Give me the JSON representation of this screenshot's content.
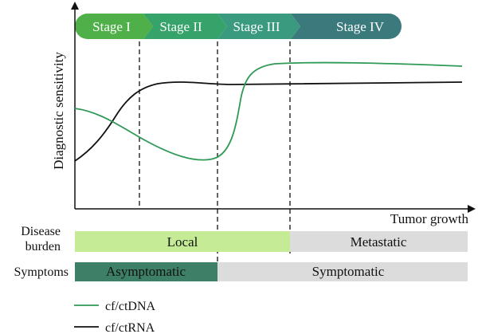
{
  "stages": [
    {
      "label": "Stage I",
      "color": "#4fb04a"
    },
    {
      "label": "Stage II",
      "color": "#35a36a"
    },
    {
      "label": "Stage III",
      "color": "#3a9a80"
    },
    {
      "label": "Stage IV",
      "color": "#3b7a7c"
    }
  ],
  "axes": {
    "ylabel": "Diagnostic sensitivity",
    "xlabel": "Tumor growth"
  },
  "disease_burden": {
    "label": "Disease burden",
    "label_lines": [
      "Disease",
      "burden"
    ],
    "local": {
      "label": "Local",
      "color": "#c5eb97"
    },
    "metastatic": {
      "label": "Metastatic",
      "color": "#dcdcdc"
    }
  },
  "symptoms": {
    "label": "Symptoms",
    "asymptomatic": {
      "label": "Asymptomatic",
      "color": "#3d8067"
    },
    "symptomatic": {
      "label": "Symptomatic",
      "color": "#dcdcdc"
    }
  },
  "legend": [
    {
      "name": "cf/ctDNA",
      "color": "#2e9a56"
    },
    {
      "name": "cf/ctRNA",
      "color": "#111111"
    }
  ]
}
